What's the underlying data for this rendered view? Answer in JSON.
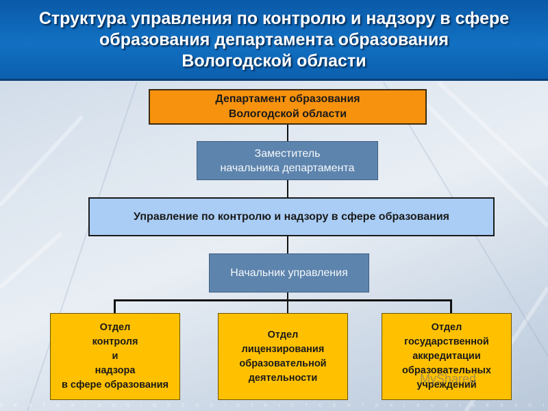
{
  "title": [
    "Структура управления по контролю и надзору в сфере",
    "образования департамента образования",
    "Вологодской области"
  ],
  "department": [
    "Департамент образования",
    "Вологодской области"
  ],
  "deputy_head": [
    "Заместитель",
    "начальника департамента"
  ],
  "administration": "Управление по контролю и надзору в сфере образования",
  "head": "Начальник управления",
  "divisions": [
    [
      "Отдел",
      "контроля",
      "и",
      "надзора",
      "в сфере образования"
    ],
    [
      "Отдел",
      "лицензирования",
      "образовательной",
      "деятельности"
    ],
    [
      "Отдел",
      "государственной",
      "аккредитации",
      "образовательных",
      "учреждений"
    ]
  ],
  "watermark": "MyShared",
  "footer_strip": "C E N T R A L B U S I N E S S D I S T R I C T C E N T R A L B U S I N E S S D I S T R I C T C E N T R A L",
  "colors": {
    "header": "#0c5fae",
    "department": "#f7920e",
    "deputy_head": "#5d84ad",
    "administration": "#a9cdf5",
    "divisions": "#ffc000"
  }
}
